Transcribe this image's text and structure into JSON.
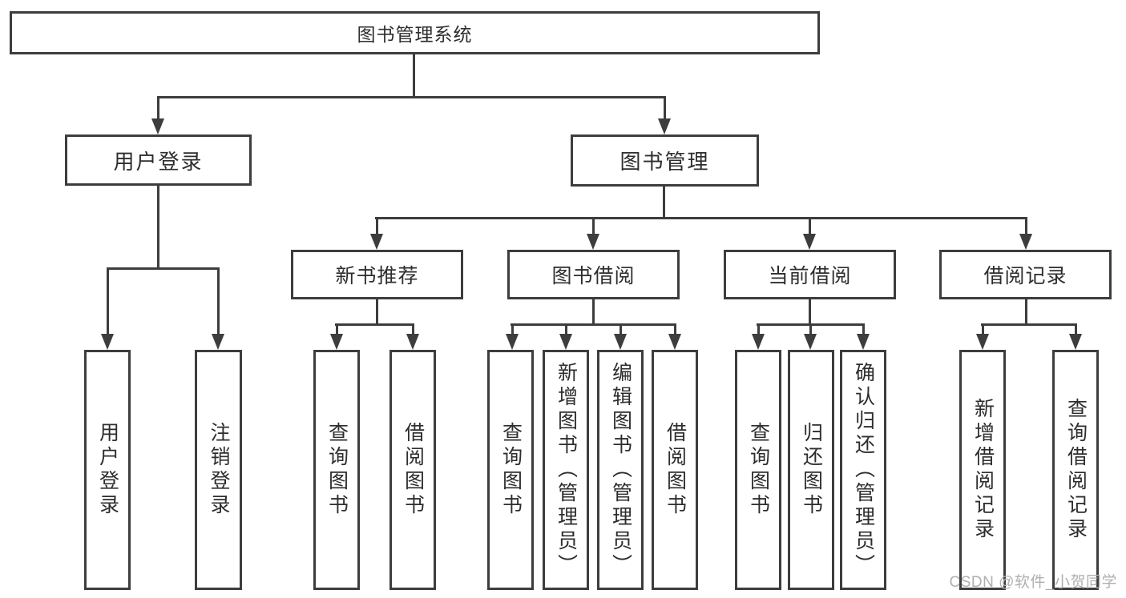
{
  "diagram": {
    "watermark": "CSDN @软件_小贺同学",
    "colors": {
      "line": "#3d3d3d",
      "text": "#2d2d2d",
      "watermark": "#b0afaf",
      "background": "#ffffff"
    },
    "tree": {
      "label": "图书管理系统",
      "children": [
        {
          "label": "用户登录",
          "children": [
            {
              "label": "用户登录"
            },
            {
              "label": "注销登录"
            }
          ]
        },
        {
          "label": "图书管理",
          "children": [
            {
              "label": "新书推荐",
              "children": [
                {
                  "label": "查询图书"
                },
                {
                  "label": "借阅图书"
                }
              ]
            },
            {
              "label": "图书借阅",
              "children": [
                {
                  "label": "查询图书"
                },
                {
                  "label": "新增图书（管理员）"
                },
                {
                  "label": "编辑图书（管理员）"
                },
                {
                  "label": "借阅图书"
                }
              ]
            },
            {
              "label": "当前借阅",
              "children": [
                {
                  "label": "查询图书"
                },
                {
                  "label": "归还图书"
                },
                {
                  "label": "确认归还（管理员）"
                }
              ]
            },
            {
              "label": "借阅记录",
              "children": [
                {
                  "label": "新增借阅记录"
                },
                {
                  "label": "查询借阅记录"
                }
              ]
            }
          ]
        }
      ]
    }
  }
}
